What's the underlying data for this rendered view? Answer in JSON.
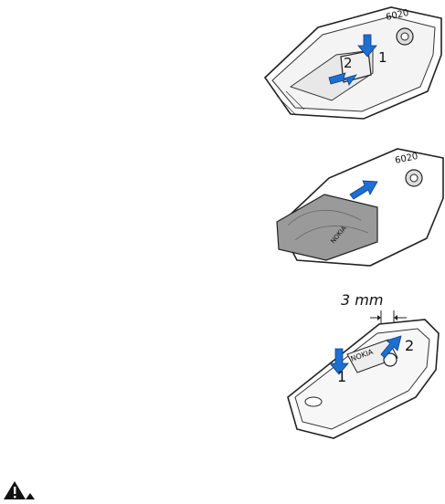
{
  "figures": [
    {
      "step_labels": [
        "1",
        "2"
      ],
      "model_text": "6020"
    },
    {
      "model_text": "6020",
      "brand_text": "NOKIA"
    },
    {
      "step_labels": [
        "1",
        "2"
      ],
      "dimension_label": "3 mm",
      "brand_text": "NOKIA"
    }
  ],
  "icons": {
    "warning": "warning-icon"
  },
  "colors": {
    "arrow": "#1f6fd1",
    "line": "#222222",
    "battery": "#9a9a9a"
  }
}
